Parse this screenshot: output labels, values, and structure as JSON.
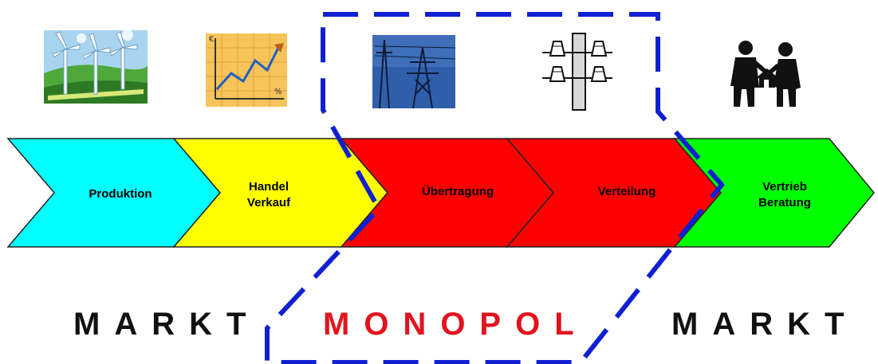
{
  "chain": [
    {
      "id": "produktion",
      "lines": [
        "Produktion"
      ],
      "color": "#00FFFF",
      "icon": "wind-turbines-icon"
    },
    {
      "id": "handel",
      "lines": [
        "Handel",
        "Verkauf"
      ],
      "color": "#FFFF00",
      "icon": "trading-chart-icon"
    },
    {
      "id": "uebertragung",
      "lines": [
        "Übertragung"
      ],
      "color": "#FF0000",
      "icon": "transmission-tower-icon"
    },
    {
      "id": "verteilung",
      "lines": [
        "Verteilung"
      ],
      "color": "#FF0000",
      "icon": "distribution-pole-icon"
    },
    {
      "id": "vertrieb",
      "lines": [
        "Vertrieb",
        "Beratung"
      ],
      "color": "#00FF00",
      "icon": "handshake-house-icon"
    }
  ],
  "bands": {
    "markt_left": "MARKT",
    "monopol": "MONOPOL",
    "markt_right": "MARKT"
  },
  "colors": {
    "markt_text": "#111111",
    "monopol_text": "#E0141E",
    "dashed_outline": "#1020D0",
    "arrow_outline": "#222222"
  }
}
